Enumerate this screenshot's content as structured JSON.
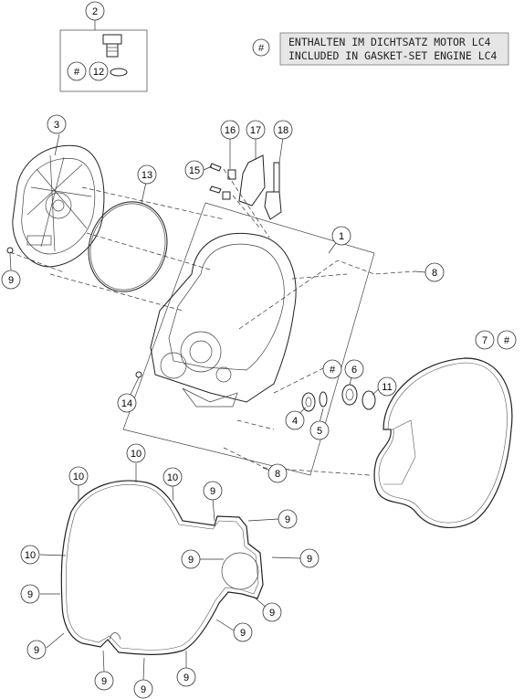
{
  "legend": {
    "symbol": "#",
    "line1": "ENTHALTEN IM DICHTSATZ MOTOR LC4",
    "line2": "INCLUDED IN GASKET-SET ENGINE LC4"
  },
  "callouts": [
    {
      "id": "c2a",
      "label": "2"
    },
    {
      "id": "c-hash-a",
      "label": "#"
    },
    {
      "id": "c12",
      "label": "12"
    },
    {
      "id": "c3",
      "label": "3"
    },
    {
      "id": "c13",
      "label": "13"
    },
    {
      "id": "c16",
      "label": "16"
    },
    {
      "id": "c17",
      "label": "17"
    },
    {
      "id": "c18",
      "label": "18"
    },
    {
      "id": "c15",
      "label": "15"
    },
    {
      "id": "c1",
      "label": "1"
    },
    {
      "id": "c8a",
      "label": "8"
    },
    {
      "id": "c9a",
      "label": "9"
    },
    {
      "id": "c7",
      "label": "7"
    },
    {
      "id": "c-hash-b",
      "label": "#"
    },
    {
      "id": "c-hash-c",
      "label": "#"
    },
    {
      "id": "c6",
      "label": "6"
    },
    {
      "id": "c11",
      "label": "11"
    },
    {
      "id": "c14",
      "label": "14"
    },
    {
      "id": "c4",
      "label": "4"
    },
    {
      "id": "c5",
      "label": "5"
    },
    {
      "id": "c8b",
      "label": "8"
    },
    {
      "id": "c10a",
      "label": "10"
    },
    {
      "id": "c10b",
      "label": "10"
    },
    {
      "id": "c10c",
      "label": "10"
    },
    {
      "id": "c9b",
      "label": "9"
    },
    {
      "id": "c9c",
      "label": "9"
    },
    {
      "id": "c9d",
      "label": "9"
    },
    {
      "id": "c9e",
      "label": "9"
    },
    {
      "id": "c10d",
      "label": "10"
    },
    {
      "id": "c9f",
      "label": "9"
    },
    {
      "id": "c9g",
      "label": "9"
    },
    {
      "id": "c9h",
      "label": "9"
    },
    {
      "id": "c9i",
      "label": "9"
    },
    {
      "id": "c9j",
      "label": "9"
    },
    {
      "id": "c9k",
      "label": "9"
    },
    {
      "id": "c9l",
      "label": "9"
    }
  ]
}
